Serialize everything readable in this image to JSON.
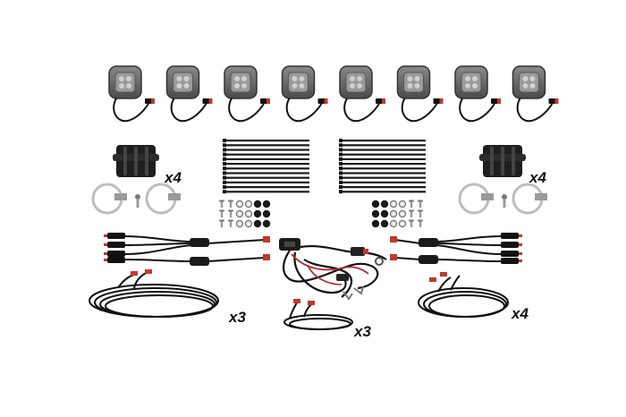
{
  "labels": {
    "mounts_left": "x4",
    "mounts_right": "x4",
    "cable_left": "x3",
    "cable_center": "x3",
    "cable_right": "x4"
  },
  "colors": {
    "background": "#ffffff",
    "pod_body": "#3a3a3a",
    "pod_face": "#6e6e6e",
    "cable": "#111111",
    "connector_tip": "#c0392b",
    "zip_tie": "#1a1a1a",
    "clamp": "#cfcfcf"
  },
  "items": {
    "light_pods": 8,
    "zip_ties_per_bundle": 12,
    "zip_tie_bundles": 2
  }
}
